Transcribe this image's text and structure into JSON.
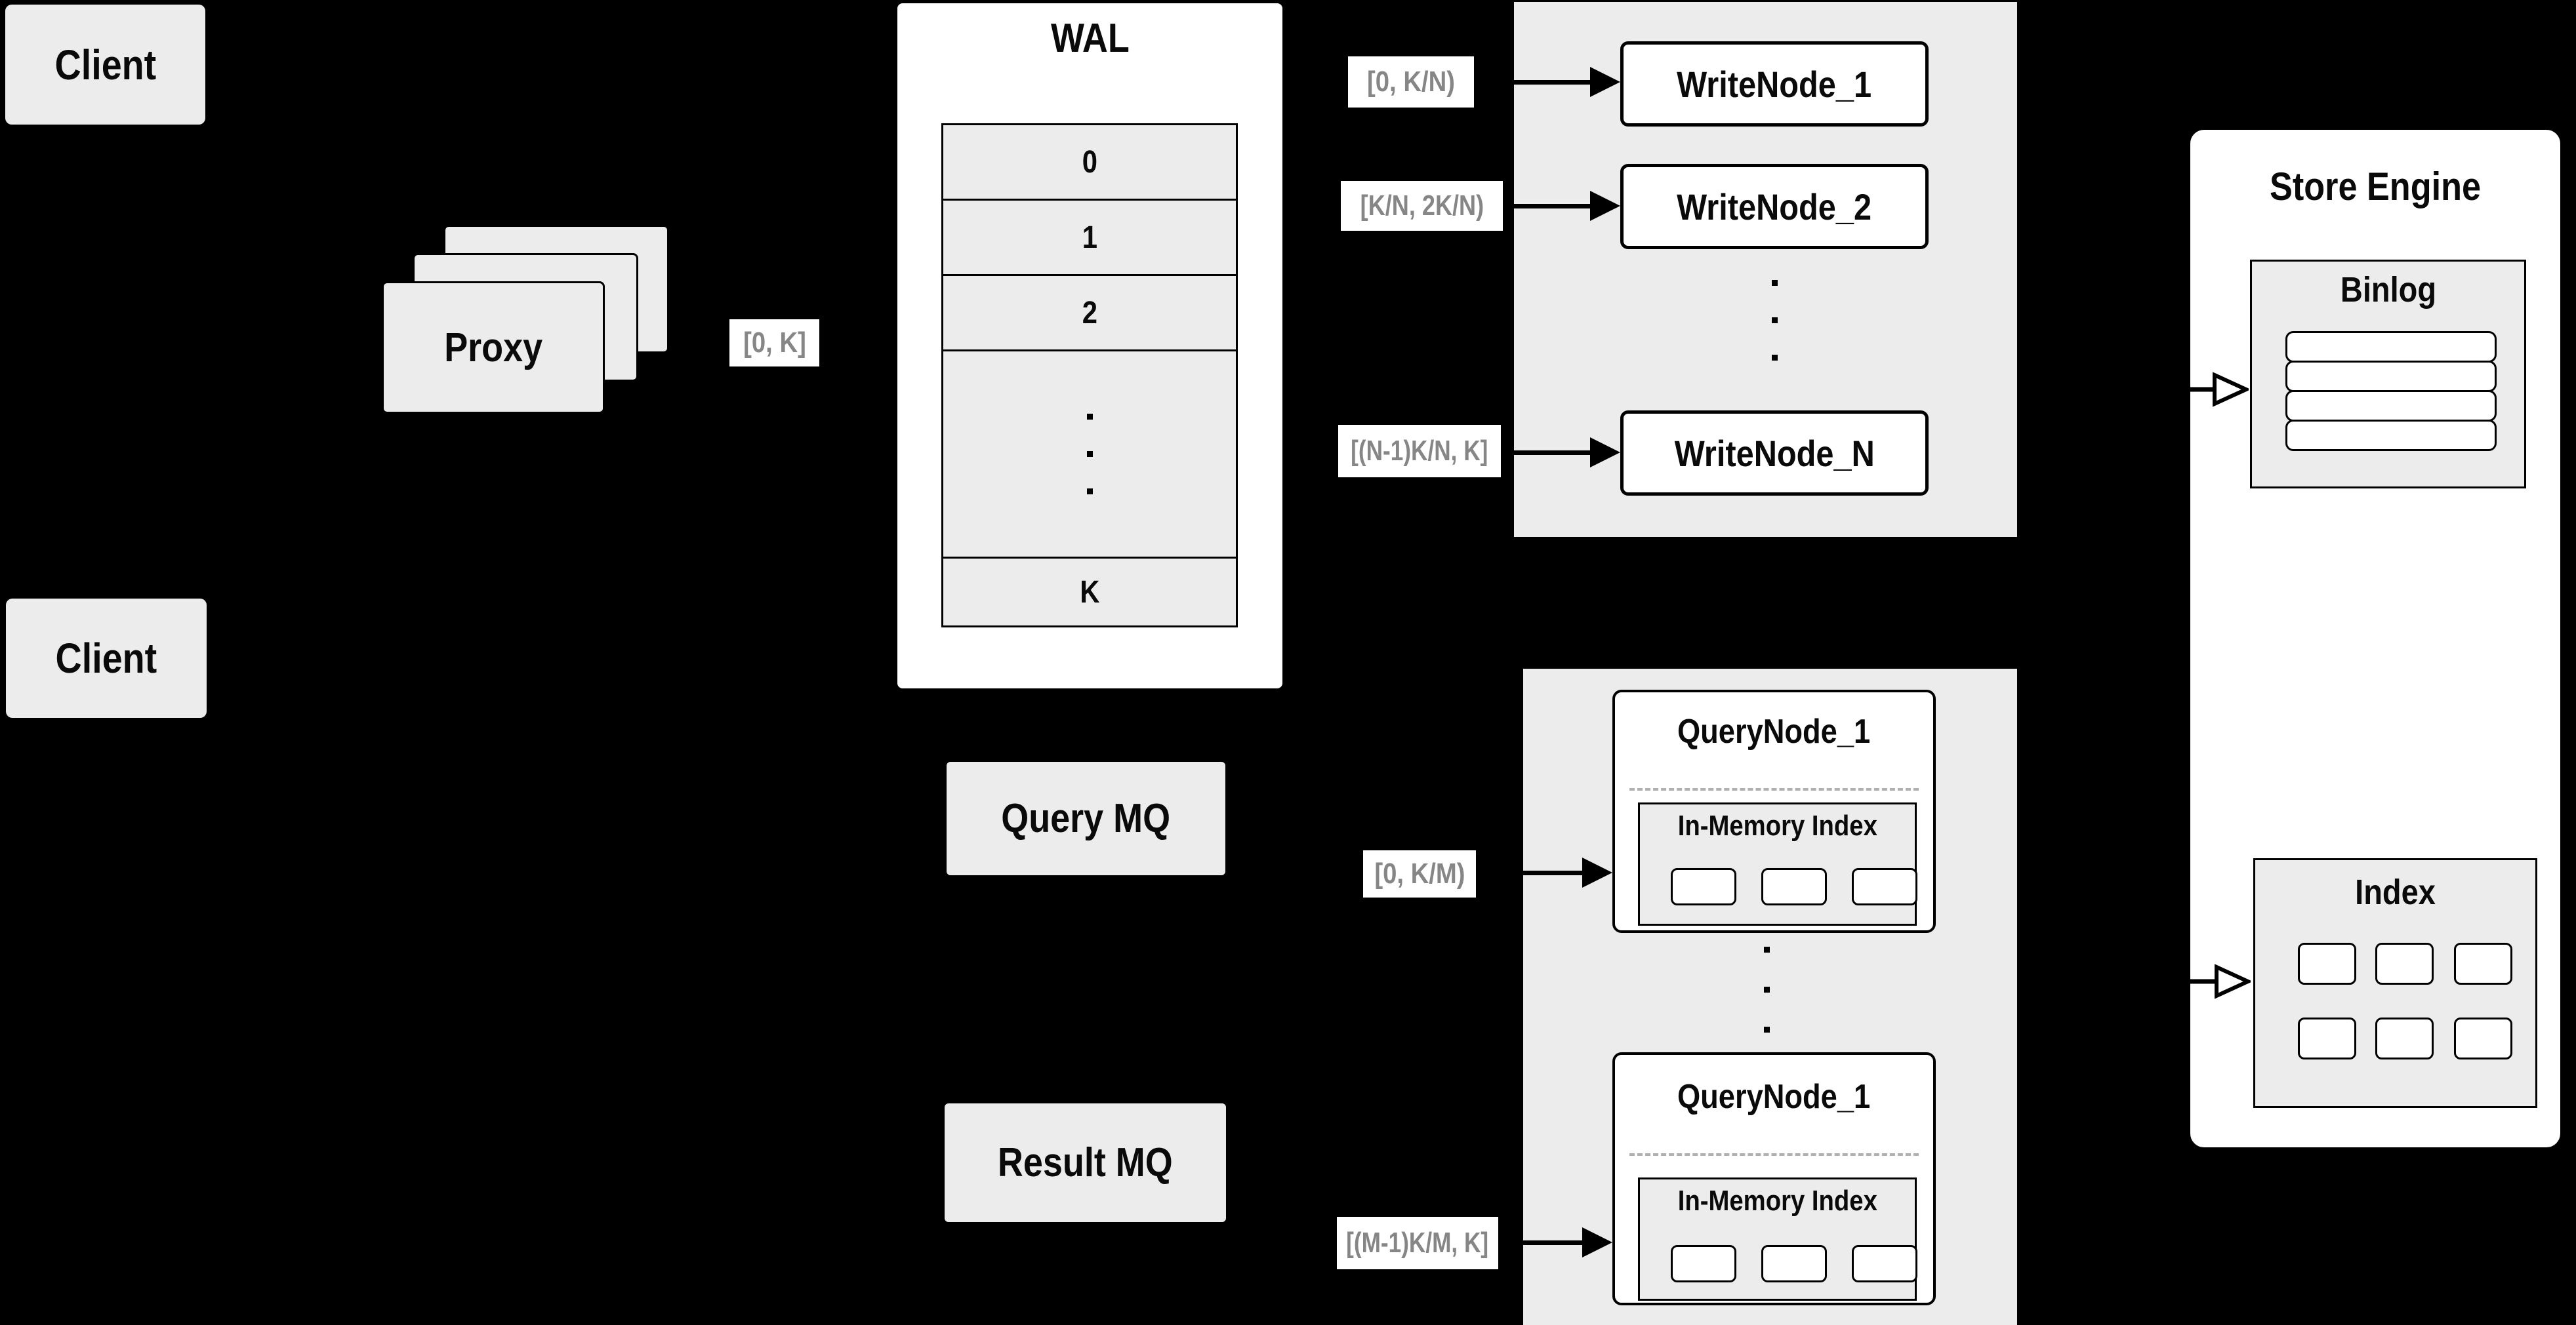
{
  "colors": {
    "background": "#000000",
    "surface_gray": "#ececec",
    "node_white": "#ffffff",
    "stroke": "#000000",
    "range_text_gray": "#868686"
  },
  "client_top": {
    "label": "Client"
  },
  "client_bottom": {
    "label": "Client"
  },
  "proxy": {
    "label": "Proxy",
    "range": "[0, K]"
  },
  "wal": {
    "title": "WAL",
    "row_0": "0",
    "row_1": "1",
    "row_2": "2",
    "row_last": "K"
  },
  "write_group": {
    "node_1": {
      "label": "WriteNode_1",
      "range": "[0,  K/N)"
    },
    "node_2": {
      "label": "WriteNode_2",
      "range": "[K/N, 2K/N)"
    },
    "node_n": {
      "label": "WriteNode_N",
      "range": "[(N-1)K/N,  K]"
    }
  },
  "query_mq": {
    "label": "Query MQ"
  },
  "result_mq": {
    "label": "Result MQ"
  },
  "query_group": {
    "node_top": {
      "title": "QueryNode_1",
      "inner": "In-Memory Index",
      "range": "[0, K/M)"
    },
    "node_bottom": {
      "title": "QueryNode_1",
      "inner": "In-Memory Index",
      "range": "[(M-1)K/M, K]"
    }
  },
  "store_engine": {
    "title": "Store Engine",
    "binlog": {
      "title": "Binlog"
    },
    "index": {
      "title": "Index"
    }
  }
}
